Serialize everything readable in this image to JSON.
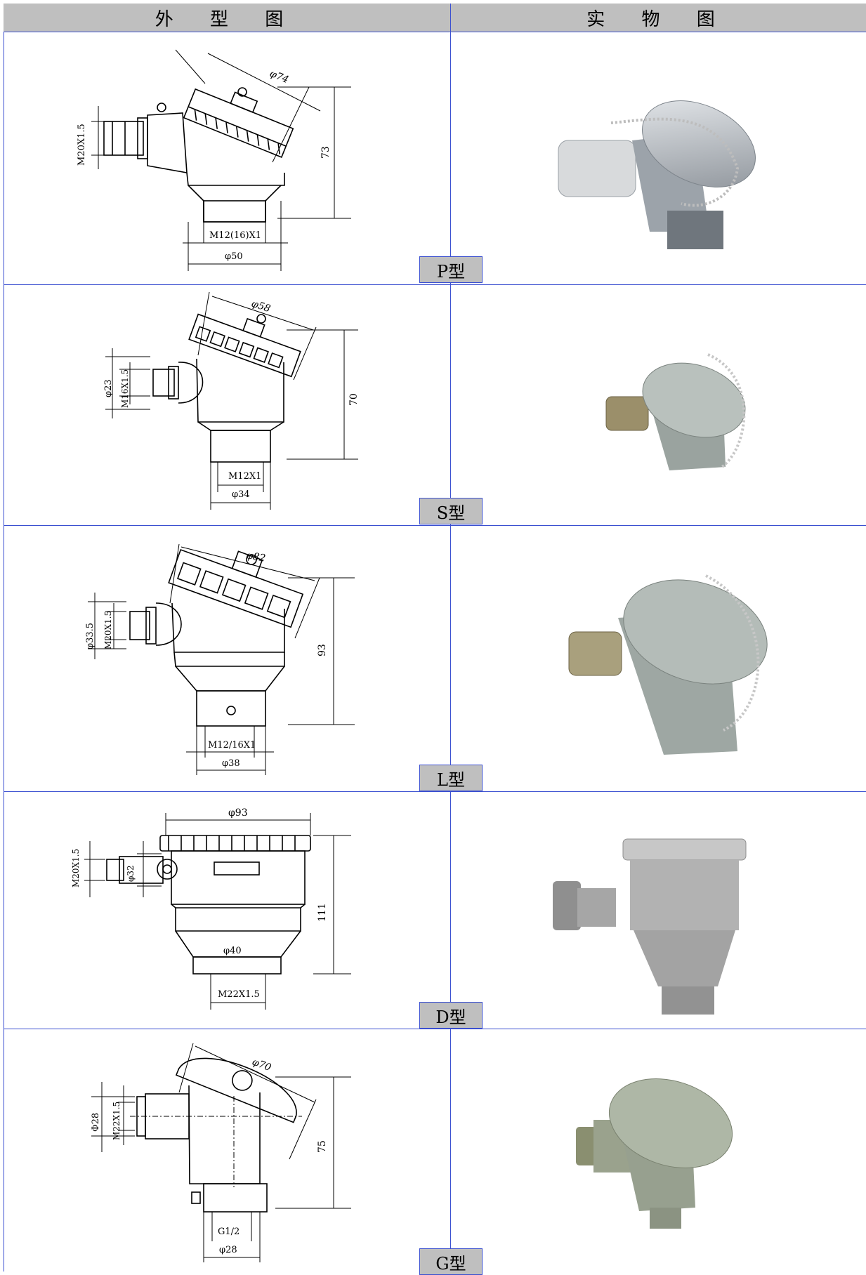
{
  "header": {
    "left": "外 型 图",
    "right": "实 物 图"
  },
  "rows": [
    {
      "tag": "P型",
      "dims": {
        "cap": "φ74",
        "height": "73",
        "side": "M20X1.5",
        "thread": "M12(16)X1",
        "base": "φ50"
      }
    },
    {
      "tag": "S型",
      "dims": {
        "cap": "φ58",
        "height": "70",
        "side_outer": "φ23",
        "side": "M16X1.5",
        "thread": "M12X1",
        "base": "φ34"
      }
    },
    {
      "tag": "L型",
      "dims": {
        "cap": "φ82",
        "height": "93",
        "side_outer": "φ33.5",
        "side": "M20X1.5",
        "thread": "M12/16X1",
        "base": "φ38"
      }
    },
    {
      "tag": "D型",
      "dims": {
        "cap": "φ93",
        "height": "111",
        "side": "M20X1.5",
        "side_outer": "φ32",
        "neck": "φ40",
        "thread": "M22X1.5"
      }
    },
    {
      "tag": "G型",
      "dims": {
        "cap": "φ70",
        "height": "75",
        "side_outer": "Φ28",
        "side": "M22X1.5",
        "thread": "G1/2",
        "base": "φ28"
      }
    }
  ]
}
